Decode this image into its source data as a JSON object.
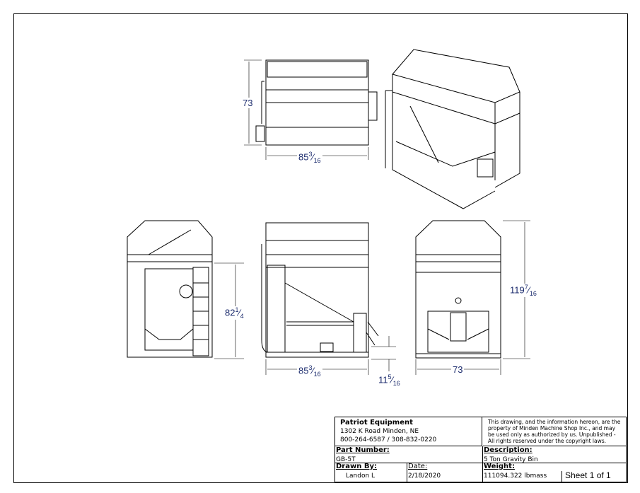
{
  "dimensions": {
    "top_height": "73",
    "top_width": {
      "whole": "85",
      "num": "3",
      "den": "16"
    },
    "left_height": {
      "whole": "82",
      "num": "1",
      "den": "4"
    },
    "front_width": {
      "whole": "85",
      "num": "3",
      "den": "16"
    },
    "clearance": {
      "whole": "11",
      "num": "5",
      "den": "16"
    },
    "overall_height": {
      "whole": "119",
      "num": "7",
      "den": "16"
    },
    "end_width": "73"
  },
  "title_block": {
    "company": "Patriot Equipment",
    "address": "1302 K Road  Minden, NE",
    "phone": "800-264-6587 / 308-832-0220",
    "notice": "This drawing, and the information hereon, are the property of Minden Machine Shop Inc., and may be used only as authorized by us. Unpublished - All rights reserved under the copyright laws.",
    "part_number_label": "Part Number:",
    "part_number": "GB-5T",
    "description_label": "Description:",
    "description": "5 Ton Gravity Bin",
    "drawn_by_label": "Drawn By:",
    "drawn_by": "Landon L",
    "date_label": "Date:",
    "date": "2/18/2020",
    "weight_label": "Weight:",
    "weight": "111094.322 lbmass",
    "sheet": "Sheet 1  of  1"
  }
}
